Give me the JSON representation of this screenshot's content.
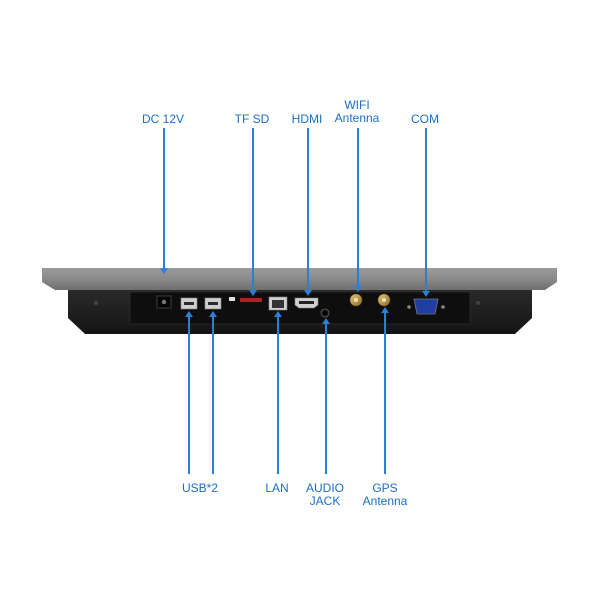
{
  "colors": {
    "label": "#1a6fc2",
    "line": "#2b7fd4",
    "bezel": "#8c8c8c",
    "body": "#1c1c1c"
  },
  "labels_top": {
    "dc": "DC 12V",
    "tfsd": "TF SD",
    "hdmi": "HDMI",
    "wifi_line1": "WIFI",
    "wifi_line2": "Antenna",
    "com": "COM"
  },
  "labels_bottom": {
    "usb": "USB*2",
    "lan": "LAN",
    "audio_line1": "AUDIO",
    "audio_line2": "JACK",
    "gps_line1": "GPS",
    "gps_line2": "Antenna"
  }
}
